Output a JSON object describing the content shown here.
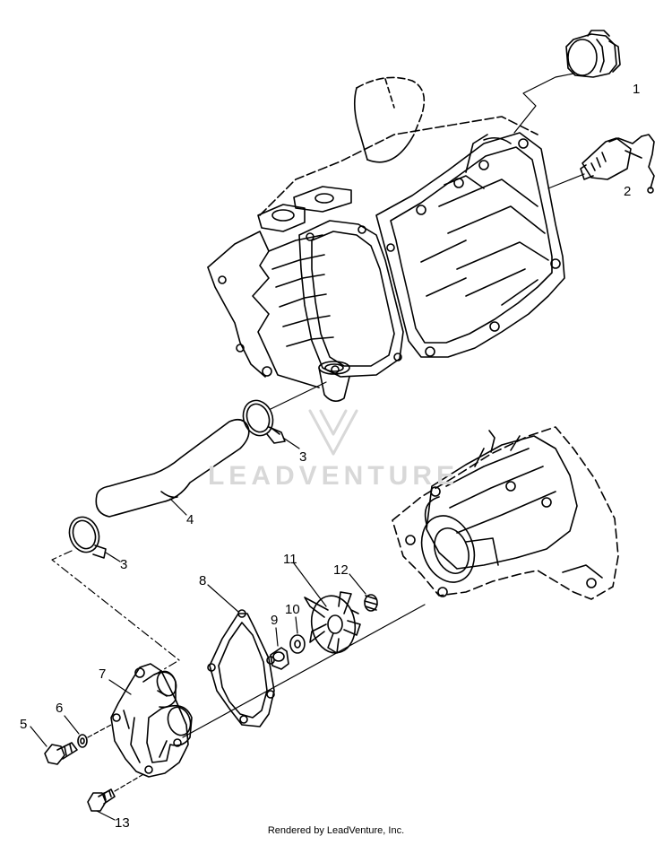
{
  "watermark": {
    "text": "LEADVENTURE"
  },
  "callouts": [
    {
      "id": "1",
      "label": "1"
    },
    {
      "id": "2",
      "label": "2"
    },
    {
      "id": "3a",
      "label": "3"
    },
    {
      "id": "3b",
      "label": "3"
    },
    {
      "id": "4",
      "label": "4"
    },
    {
      "id": "5",
      "label": "5"
    },
    {
      "id": "6",
      "label": "6"
    },
    {
      "id": "7",
      "label": "7"
    },
    {
      "id": "8",
      "label": "8"
    },
    {
      "id": "9",
      "label": "9"
    },
    {
      "id": "10",
      "label": "10"
    },
    {
      "id": "11",
      "label": "11"
    },
    {
      "id": "12",
      "label": "12"
    },
    {
      "id": "13",
      "label": "13"
    }
  ],
  "footer": {
    "text": "Rendered by LeadVenture, Inc."
  }
}
